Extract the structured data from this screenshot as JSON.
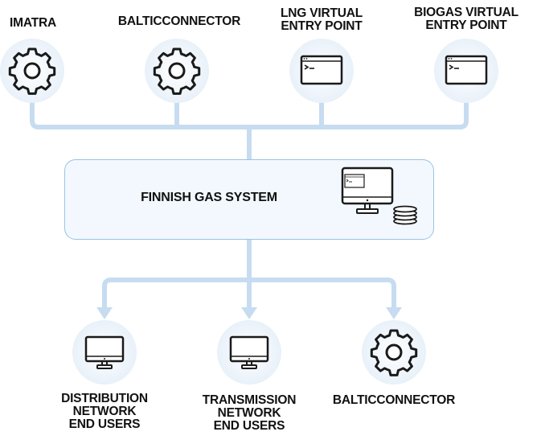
{
  "colors": {
    "connector": "#c7dcf0",
    "box_border": "#9cc3e4",
    "box_fill": "#f2f8fd",
    "icon_stroke": "#1a1a1a"
  },
  "sources": [
    {
      "label": "IMATRA",
      "icon": "gear-icon"
    },
    {
      "label": "BALTICCONNECTOR",
      "icon": "gear-icon"
    },
    {
      "label": "LNG VIRTUAL\nENTRY POINT",
      "icon": "terminal-window-icon"
    },
    {
      "label": "BIOGAS VIRTUAL\nENTRY POINT",
      "icon": "terminal-window-icon"
    }
  ],
  "system": {
    "label": "FINNISH GAS SYSTEM",
    "icons": [
      "computer-monitor-icon",
      "coin-stack-icon"
    ]
  },
  "outputs": [
    {
      "label": "DISTRIBUTION\nNETWORK\nEND USERS",
      "icon": "monitor-icon"
    },
    {
      "label": "TRANSMISSION\nNETWORK\nEND USERS",
      "icon": "monitor-icon"
    },
    {
      "label": "BALTICCONNECTOR",
      "icon": "gear-icon"
    }
  ]
}
